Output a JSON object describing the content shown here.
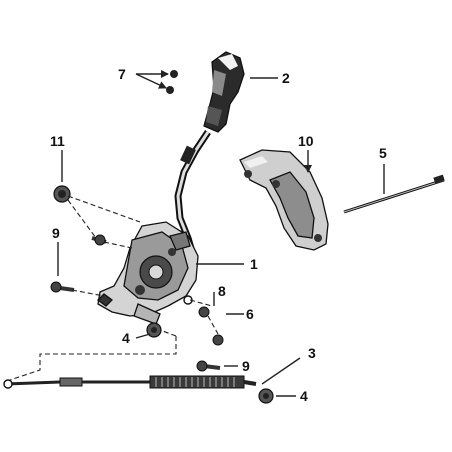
{
  "callouts": {
    "c1": "1",
    "c2": "2",
    "c3": "3",
    "c4a": "4",
    "c4b": "4",
    "c5": "5",
    "c6": "6",
    "c7": "7",
    "c8": "8",
    "c9a": "9",
    "c9b": "9",
    "c10": "10",
    "c11": "11"
  }
}
